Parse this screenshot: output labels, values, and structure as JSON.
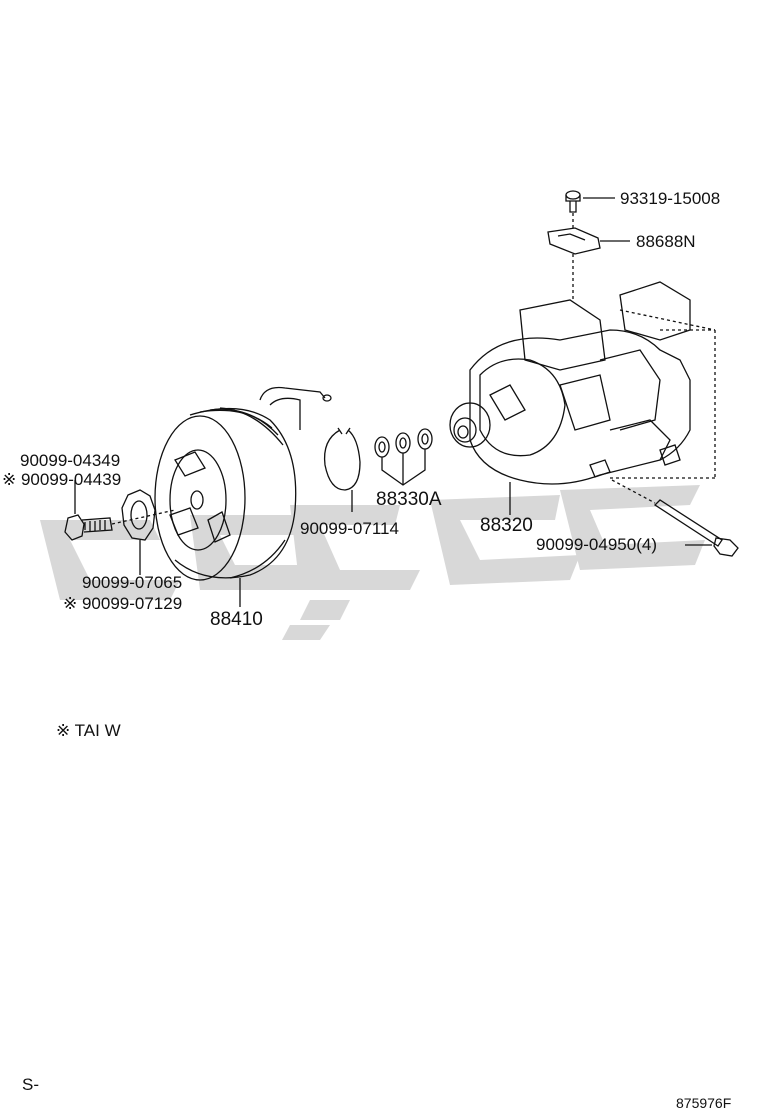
{
  "diagram": {
    "labels": {
      "screw": "93319-15008",
      "bracket": "88688N",
      "bolt_left_a": "90099-04349",
      "bolt_left_b": "※ 90099-04439",
      "washer_left_a": "90099-07065",
      "washer_left_b": "※ 90099-07129",
      "clutch": "88410",
      "snap_ring": "90099-07114",
      "shims": "88330A",
      "compressor": "88320",
      "mount_bolt": "90099-04950(4)"
    },
    "footnote": "※  TAI W",
    "page_marker": "S-",
    "figure_id": "875976F",
    "watermark_color": "#d8d8d8",
    "line_color": "#111111"
  }
}
